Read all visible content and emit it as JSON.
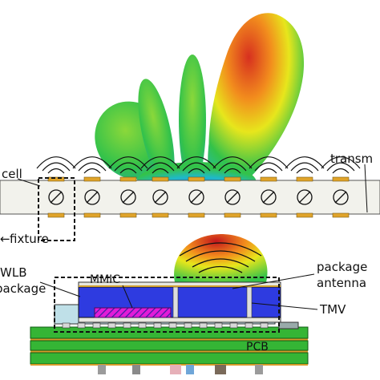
{
  "labels": {
    "transmission": "transm",
    "cell": "cell",
    "fixture": "fixture",
    "wlb_line1": "WLB",
    "wlb_line2": "package",
    "mmic": "MMIC",
    "package_antenna_line1": "package",
    "package_antenna_line2": "antenna",
    "tmv": "TMV",
    "pcb": "PCB"
  },
  "colors": {
    "lobe_red": "#d7301f",
    "lobe_orange": "#f28d1d",
    "lobe_yellow": "#e7e61c",
    "lobe_green": "#33c24a",
    "lobe_cyan": "#1fb9c9",
    "lobe_blue": "#1530c8",
    "package_blue": "#2e3be0",
    "mmic_magenta": "#e21bd8",
    "pcb_green": "#35b535",
    "pad_gold": "#e0a42a"
  }
}
